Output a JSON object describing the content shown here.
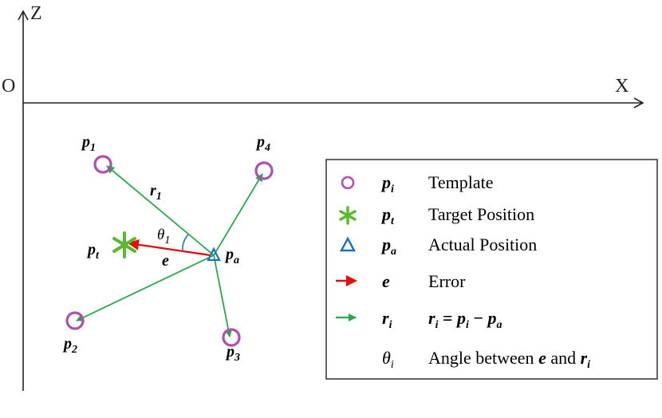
{
  "axes": {
    "z_label": "Z",
    "x_label": "X",
    "origin_label": "O"
  },
  "points": {
    "p1": {
      "base": "p",
      "sub": "1"
    },
    "p2": {
      "base": "p",
      "sub": "2"
    },
    "p3": {
      "base": "p",
      "sub": "3"
    },
    "p4": {
      "base": "p",
      "sub": "4"
    },
    "pt": {
      "base": "p",
      "sub": "t"
    },
    "pa": {
      "base": "p",
      "sub": "a"
    }
  },
  "vector_labels": {
    "r1": {
      "base": "r",
      "sub": "1"
    },
    "e": "e",
    "theta1": {
      "base": "θ",
      "sub": "1"
    }
  },
  "legend": {
    "items": [
      {
        "symbol_base": "p",
        "symbol_sub": "i",
        "text": "Template",
        "marker": "circle-icon"
      },
      {
        "symbol_base": "p",
        "symbol_sub": "t",
        "text": "Target Position",
        "marker": "asterisk-icon"
      },
      {
        "symbol_base": "p",
        "symbol_sub": "a",
        "text": "Actual Position",
        "marker": "triangle-icon"
      },
      {
        "symbol_base": "e",
        "symbol_sub": "",
        "text": "Error",
        "marker": "red-arrow-icon"
      },
      {
        "symbol_base": "r",
        "symbol_sub": "i",
        "text": "",
        "marker": "green-arrow-icon"
      },
      {
        "symbol_base": "θ",
        "symbol_sub": "i",
        "text": "Angle between",
        "marker": ""
      }
    ],
    "formula": {
      "lhs_base": "r",
      "lhs_sub": "i",
      "eq": " = ",
      "a_base": "p",
      "a_sub": "i",
      "minus": " − ",
      "b_base": "p",
      "b_sub": "a"
    },
    "angle_e": "e",
    "angle_and": " and ",
    "angle_r_base": "r",
    "angle_r_sub": "i"
  },
  "colors": {
    "template": "#b04fb0",
    "target": "#5cb82e",
    "actual": "#1f6fc0",
    "error": "#e01010",
    "vector": "#2aa84a",
    "angle_arc": "#1f6fc0"
  }
}
